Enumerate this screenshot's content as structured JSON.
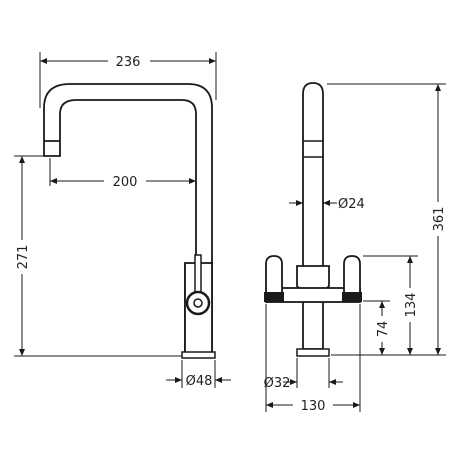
{
  "dimensions": {
    "side_width": "236",
    "spout_reach": "200",
    "side_height": "271",
    "base_diameter": "Ø48",
    "front_spout_diameter": "Ø24",
    "front_total_height": "361",
    "front_handle_height": "134",
    "front_body_height": "74",
    "front_base_diameter": "Ø32",
    "front_handle_span": "130"
  },
  "colors": {
    "line": "#1a1a1a",
    "text": "#222222",
    "background": "#ffffff"
  }
}
